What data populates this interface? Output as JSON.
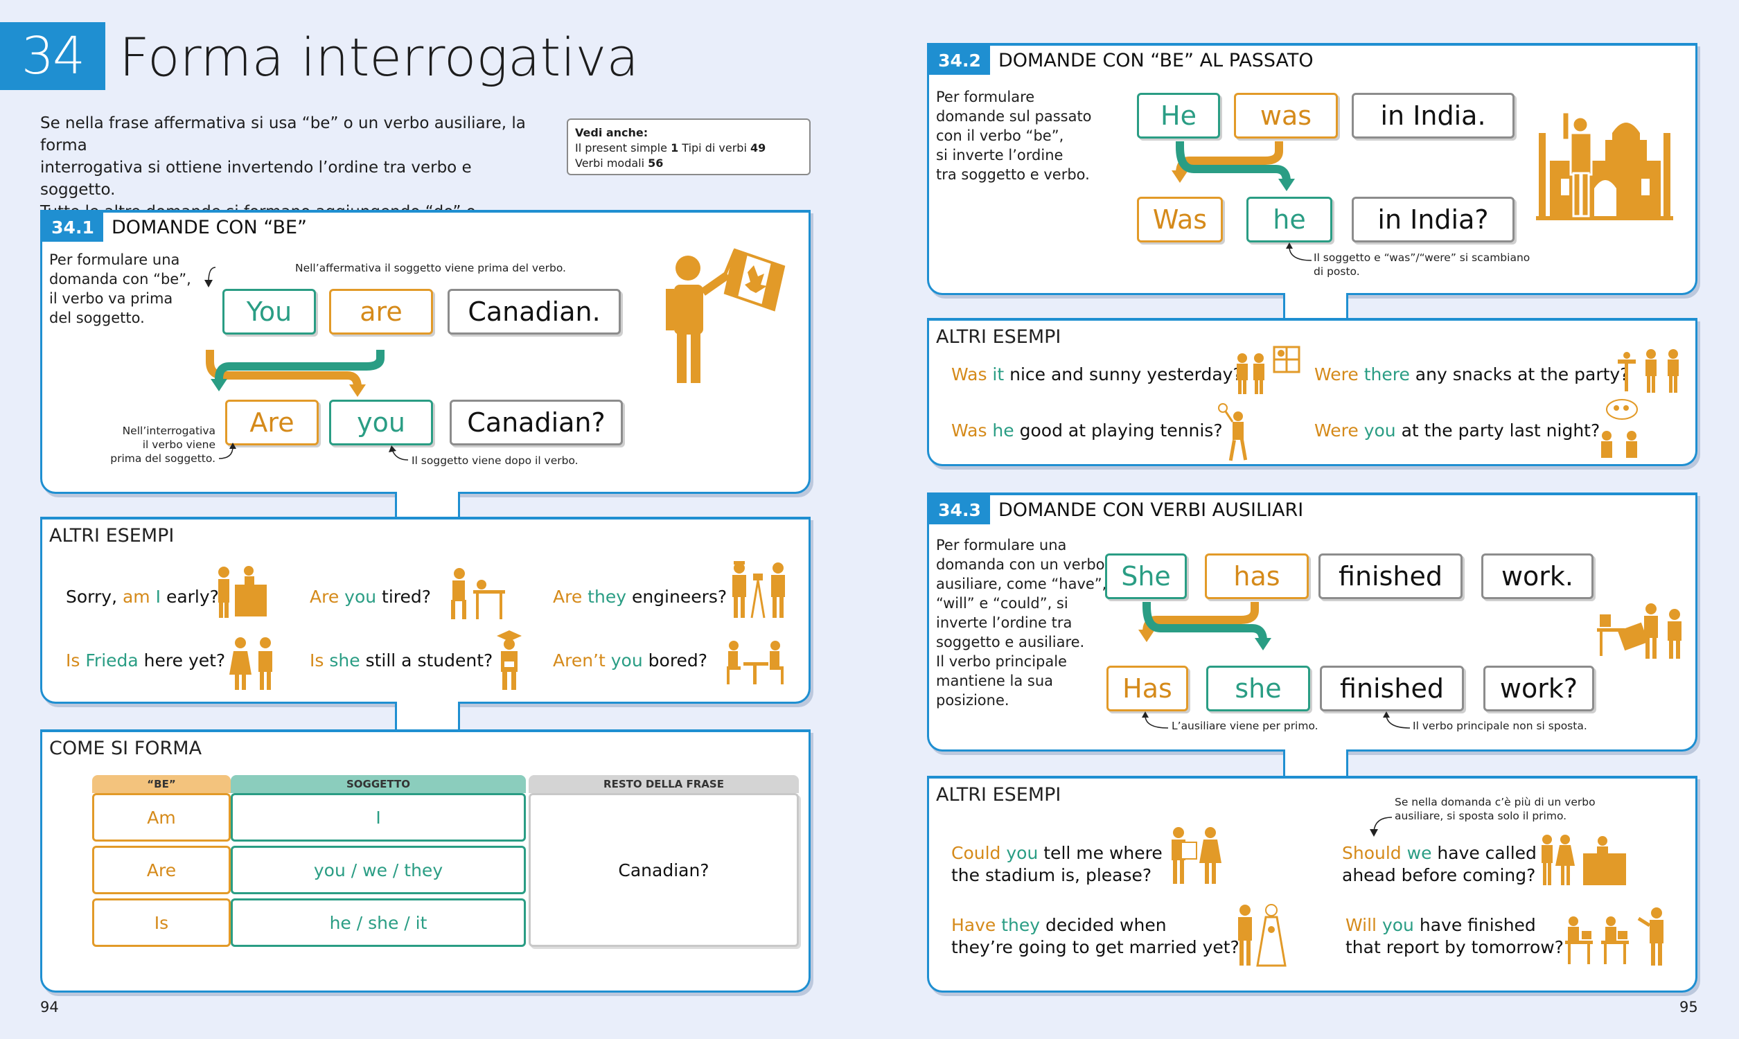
{
  "page": {
    "number": "34",
    "title": "Forma interrogativa",
    "intro": [
      "Se nella frase affermativa si usa “be” o un verbo ausiliare, la forma",
      "interrogativa si ottiene invertendo l’ordine tra verbo e soggetto.",
      "Tutte le altre domande si formano aggiungendo “do” o “does”."
    ],
    "vedi_anche": {
      "label": "Vedi anche:",
      "l1a": "Il present simple ",
      "l1b": "1",
      "l1c": "  Tipi di verbi ",
      "l1d": "49",
      "l2a": "Verbi modali ",
      "l2b": "56"
    },
    "page_left": "94",
    "page_right": "95"
  },
  "s341": {
    "num": "34.1",
    "title": "DOMANDE CON “BE”",
    "desc": [
      "Per formulare una",
      "domanda con “be”,",
      "il verbo va prima",
      "del soggetto."
    ],
    "row1": [
      "You",
      "are",
      "Canadian."
    ],
    "row2": [
      "Are",
      "you",
      "Canadian?"
    ],
    "note_top": "Nell’affermativa il soggetto viene prima del verbo.",
    "note_left": [
      "Nell’interrogativa",
      "il verbo viene",
      "prima del soggetto."
    ],
    "note_bottom": "Il soggetto viene dopo il verbo."
  },
  "altri1": {
    "heading": "ALTRI ESEMPI",
    "e1": {
      "a": "Sorry, ",
      "b": "am",
      "c": " ",
      "d": "I",
      "e": " early?"
    },
    "e2": {
      "a": "Are",
      "b": " ",
      "c": "you",
      "d": " tired?"
    },
    "e3": {
      "a": "Are",
      "b": " ",
      "c": "they",
      "d": " engineers?"
    },
    "e4": {
      "a": "Is",
      "b": " ",
      "c": "Frieda",
      "d": " here yet?"
    },
    "e5": {
      "a": "Is",
      "b": " ",
      "c": "she",
      "d": " still a student?"
    },
    "e6": {
      "a": "Aren’t",
      "b": " ",
      "c": "you",
      "d": " bored?"
    }
  },
  "come": {
    "heading": "COME SI FORMA",
    "h_be": "“BE”",
    "h_sog": "SOGGETTO",
    "h_resto": "RESTO DELLA FRASE",
    "be": [
      "Am",
      "Are",
      "Is"
    ],
    "sog": [
      "I",
      "you / we / they",
      "he / she / it"
    ],
    "resto": "Canadian?"
  },
  "s342": {
    "num": "34.2",
    "title": "DOMANDE CON “BE” AL PASSATO",
    "desc": [
      "Per formulare",
      "domande sul passato",
      "con il verbo “be”,",
      "si inverte l’ordine",
      "tra soggetto e verbo."
    ],
    "row1": [
      "He",
      "was",
      "in India."
    ],
    "row2": [
      "Was",
      "he",
      "in India?"
    ],
    "note": [
      "Il soggetto e “was”/“were” si scambiano",
      "di posto."
    ]
  },
  "altri2": {
    "heading": "ALTRI ESEMPI",
    "e1": {
      "a": "Was",
      "b": " ",
      "c": "it",
      "d": " nice and sunny yesterday?"
    },
    "e2": {
      "a": "Were",
      "b": " ",
      "c": "there",
      "d": " any snacks at the party?"
    },
    "e3": {
      "a": "Was",
      "b": " ",
      "c": "he",
      "d": " good at playing tennis?"
    },
    "e4": {
      "a": "Were",
      "b": " ",
      "c": "you",
      "d": " at the party last night?"
    }
  },
  "s343": {
    "num": "34.3",
    "title": "DOMANDE CON VERBI AUSILIARI",
    "desc": [
      "Per formulare una",
      "domanda con un verbo",
      "ausiliare, come “have”,",
      "“will” e “could”, si",
      "inverte l’ordine tra",
      "soggetto e ausiliare.",
      "Il verbo principale",
      "mantiene la sua",
      "posizione."
    ],
    "row1": [
      "She",
      "has",
      "finished",
      "work."
    ],
    "row2": [
      "Has",
      "she",
      "finished",
      "work?"
    ],
    "note1": "L’ausiliare viene per primo.",
    "note2": "Il verbo principale non si sposta."
  },
  "altri3": {
    "heading": "ALTRI ESEMPI",
    "note": [
      "Se nella domanda c’è più di un verbo",
      "ausiliare, si sposta solo il primo."
    ],
    "e1": {
      "a": "Could",
      "b": " ",
      "c": "you",
      "d": " tell me where",
      "e": "the stadium is, please?"
    },
    "e2": {
      "a": "Should",
      "b": " ",
      "c": "we",
      "d": " have called",
      "e": "ahead before coming?"
    },
    "e3": {
      "a": "Have",
      "b": " ",
      "c": "they",
      "d": " decided when",
      "e": "they’re going to get married yet?"
    },
    "e4": {
      "a": "Will",
      "b": " ",
      "c": "you",
      "d": " have finished",
      "e": "that report by tomorrow?"
    }
  },
  "colors": {
    "blue": "#1f8fd1",
    "teal": "#2a9d84",
    "orange": "#e29a28",
    "grey": "#8c8c8c"
  }
}
